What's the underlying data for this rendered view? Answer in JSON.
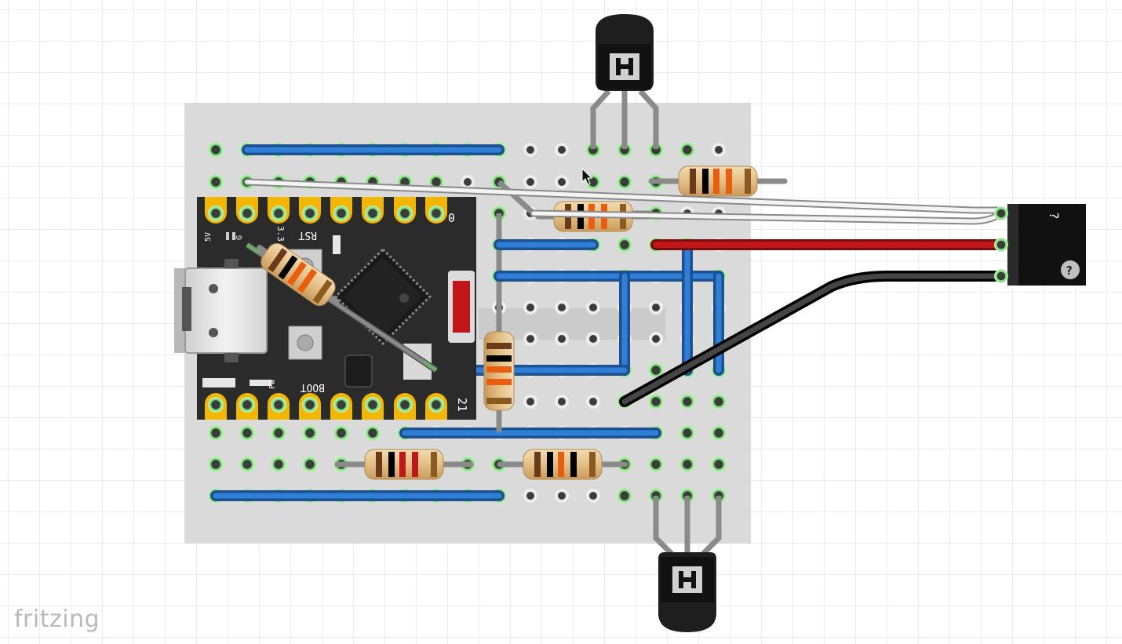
{
  "app": {
    "watermark": "fritzing"
  },
  "mcu": {
    "pin_top_right": "0",
    "pin_bottom_right": "21",
    "label_5v": "5V",
    "label_g": "G",
    "label_3v3": "3.3",
    "label_rst": "RST",
    "label_boot": "BOOT",
    "label_pw": "PW"
  },
  "sensor": {
    "label_top": "?",
    "label_badge": "?"
  },
  "colors": {
    "board": "#dadada",
    "hole_green": "#8fe38a",
    "wire_blue": "#2a6fc5",
    "wire_red": "#c0181a",
    "wire_black": "#1c1c1c",
    "wire_white": "#f4f4f4",
    "pcb": "#2b2b2b",
    "pad_gold": "#f2b705"
  },
  "icons": [
    "transistor-icon",
    "resistor-icon",
    "usb-connector-icon",
    "chip-icon",
    "cursor-icon",
    "help-badge-icon"
  ]
}
